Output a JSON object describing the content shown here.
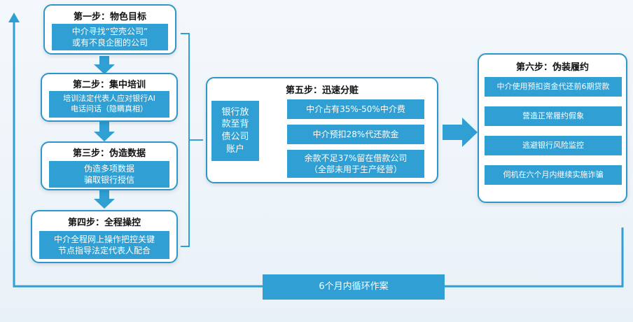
{
  "steps": [
    {
      "title": "第一步：物色目标",
      "lines": [
        "中介寻找“空壳公司”",
        "或有不良企图的公司"
      ]
    },
    {
      "title": "第二步：集中培训",
      "lines": [
        "培训法定代表人应对银行AI",
        "电话问话（隐瞒真相）"
      ]
    },
    {
      "title": "第三步：伪造数据",
      "lines": [
        "伪造多项数据",
        "骗取银行授信"
      ]
    },
    {
      "title": "第四步：全程操控",
      "lines": [
        "中介全程网上操作把控关键",
        "节点指导法定代表人配合"
      ]
    }
  ],
  "step5": {
    "title": "第五步：迅速分赃",
    "source_lines": [
      "银行放",
      "款至背",
      "债公司",
      "账户"
    ],
    "outcomes": [
      {
        "lines": [
          "中介占有35%-50%中介费"
        ]
      },
      {
        "lines": [
          "中介预扣28%代还款金"
        ]
      },
      {
        "lines": [
          "余款不足37%留在借款公司",
          "（全部未用于生产经营）"
        ]
      }
    ]
  },
  "step6": {
    "title": "第六步：伪装履约",
    "items": [
      "中介使用预扣资金代还前6期贷款",
      "营造正常履约假象",
      "逃避银行风险监控",
      "伺机在六个月内继续实施诈骗"
    ]
  },
  "cycle": {
    "label": "6个月内循环作案"
  },
  "colors": {
    "primary": "#2f9fd4",
    "border": "#2c97c8",
    "background": "#eef4fa"
  }
}
